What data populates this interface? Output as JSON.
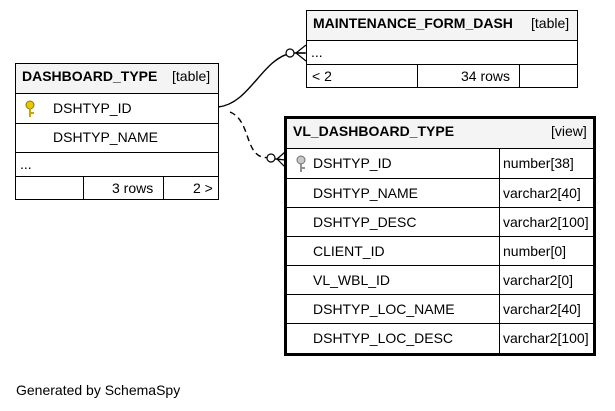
{
  "footer": "Generated by SchemaSpy",
  "dashboard_type": {
    "name": "DASHBOARD_TYPE",
    "kind": "[table]",
    "columns": [
      "DSHTYP_ID",
      "DSHTYP_NAME"
    ],
    "ellipsis": "...",
    "rows": "3 rows",
    "children": "2 >"
  },
  "maintenance": {
    "name": "MAINTENANCE_FORM_DASH",
    "kind": "[table]",
    "ellipsis": "...",
    "parents": "< 2",
    "rows": "34 rows"
  },
  "vl_dashboard_type": {
    "name": "VL_DASHBOARD_TYPE",
    "kind": "[view]",
    "columns": [
      {
        "name": "DSHTYP_ID",
        "type": "number[38]"
      },
      {
        "name": "DSHTYP_NAME",
        "type": "varchar2[40]"
      },
      {
        "name": "DSHTYP_DESC",
        "type": "varchar2[100]"
      },
      {
        "name": "CLIENT_ID",
        "type": "number[0]"
      },
      {
        "name": "VL_WBL_ID",
        "type": "varchar2[0]"
      },
      {
        "name": "DSHTYP_LOC_NAME",
        "type": "varchar2[40]"
      },
      {
        "name": "DSHTYP_LOC_DESC",
        "type": "varchar2[100]"
      }
    ]
  },
  "colors": {
    "key_primary": "#e8c800",
    "key_implied": "#a0a0a0",
    "header_bg": "#f4f4f4"
  },
  "icons": {
    "primary_key": "key-icon",
    "implied_key": "key-icon"
  }
}
